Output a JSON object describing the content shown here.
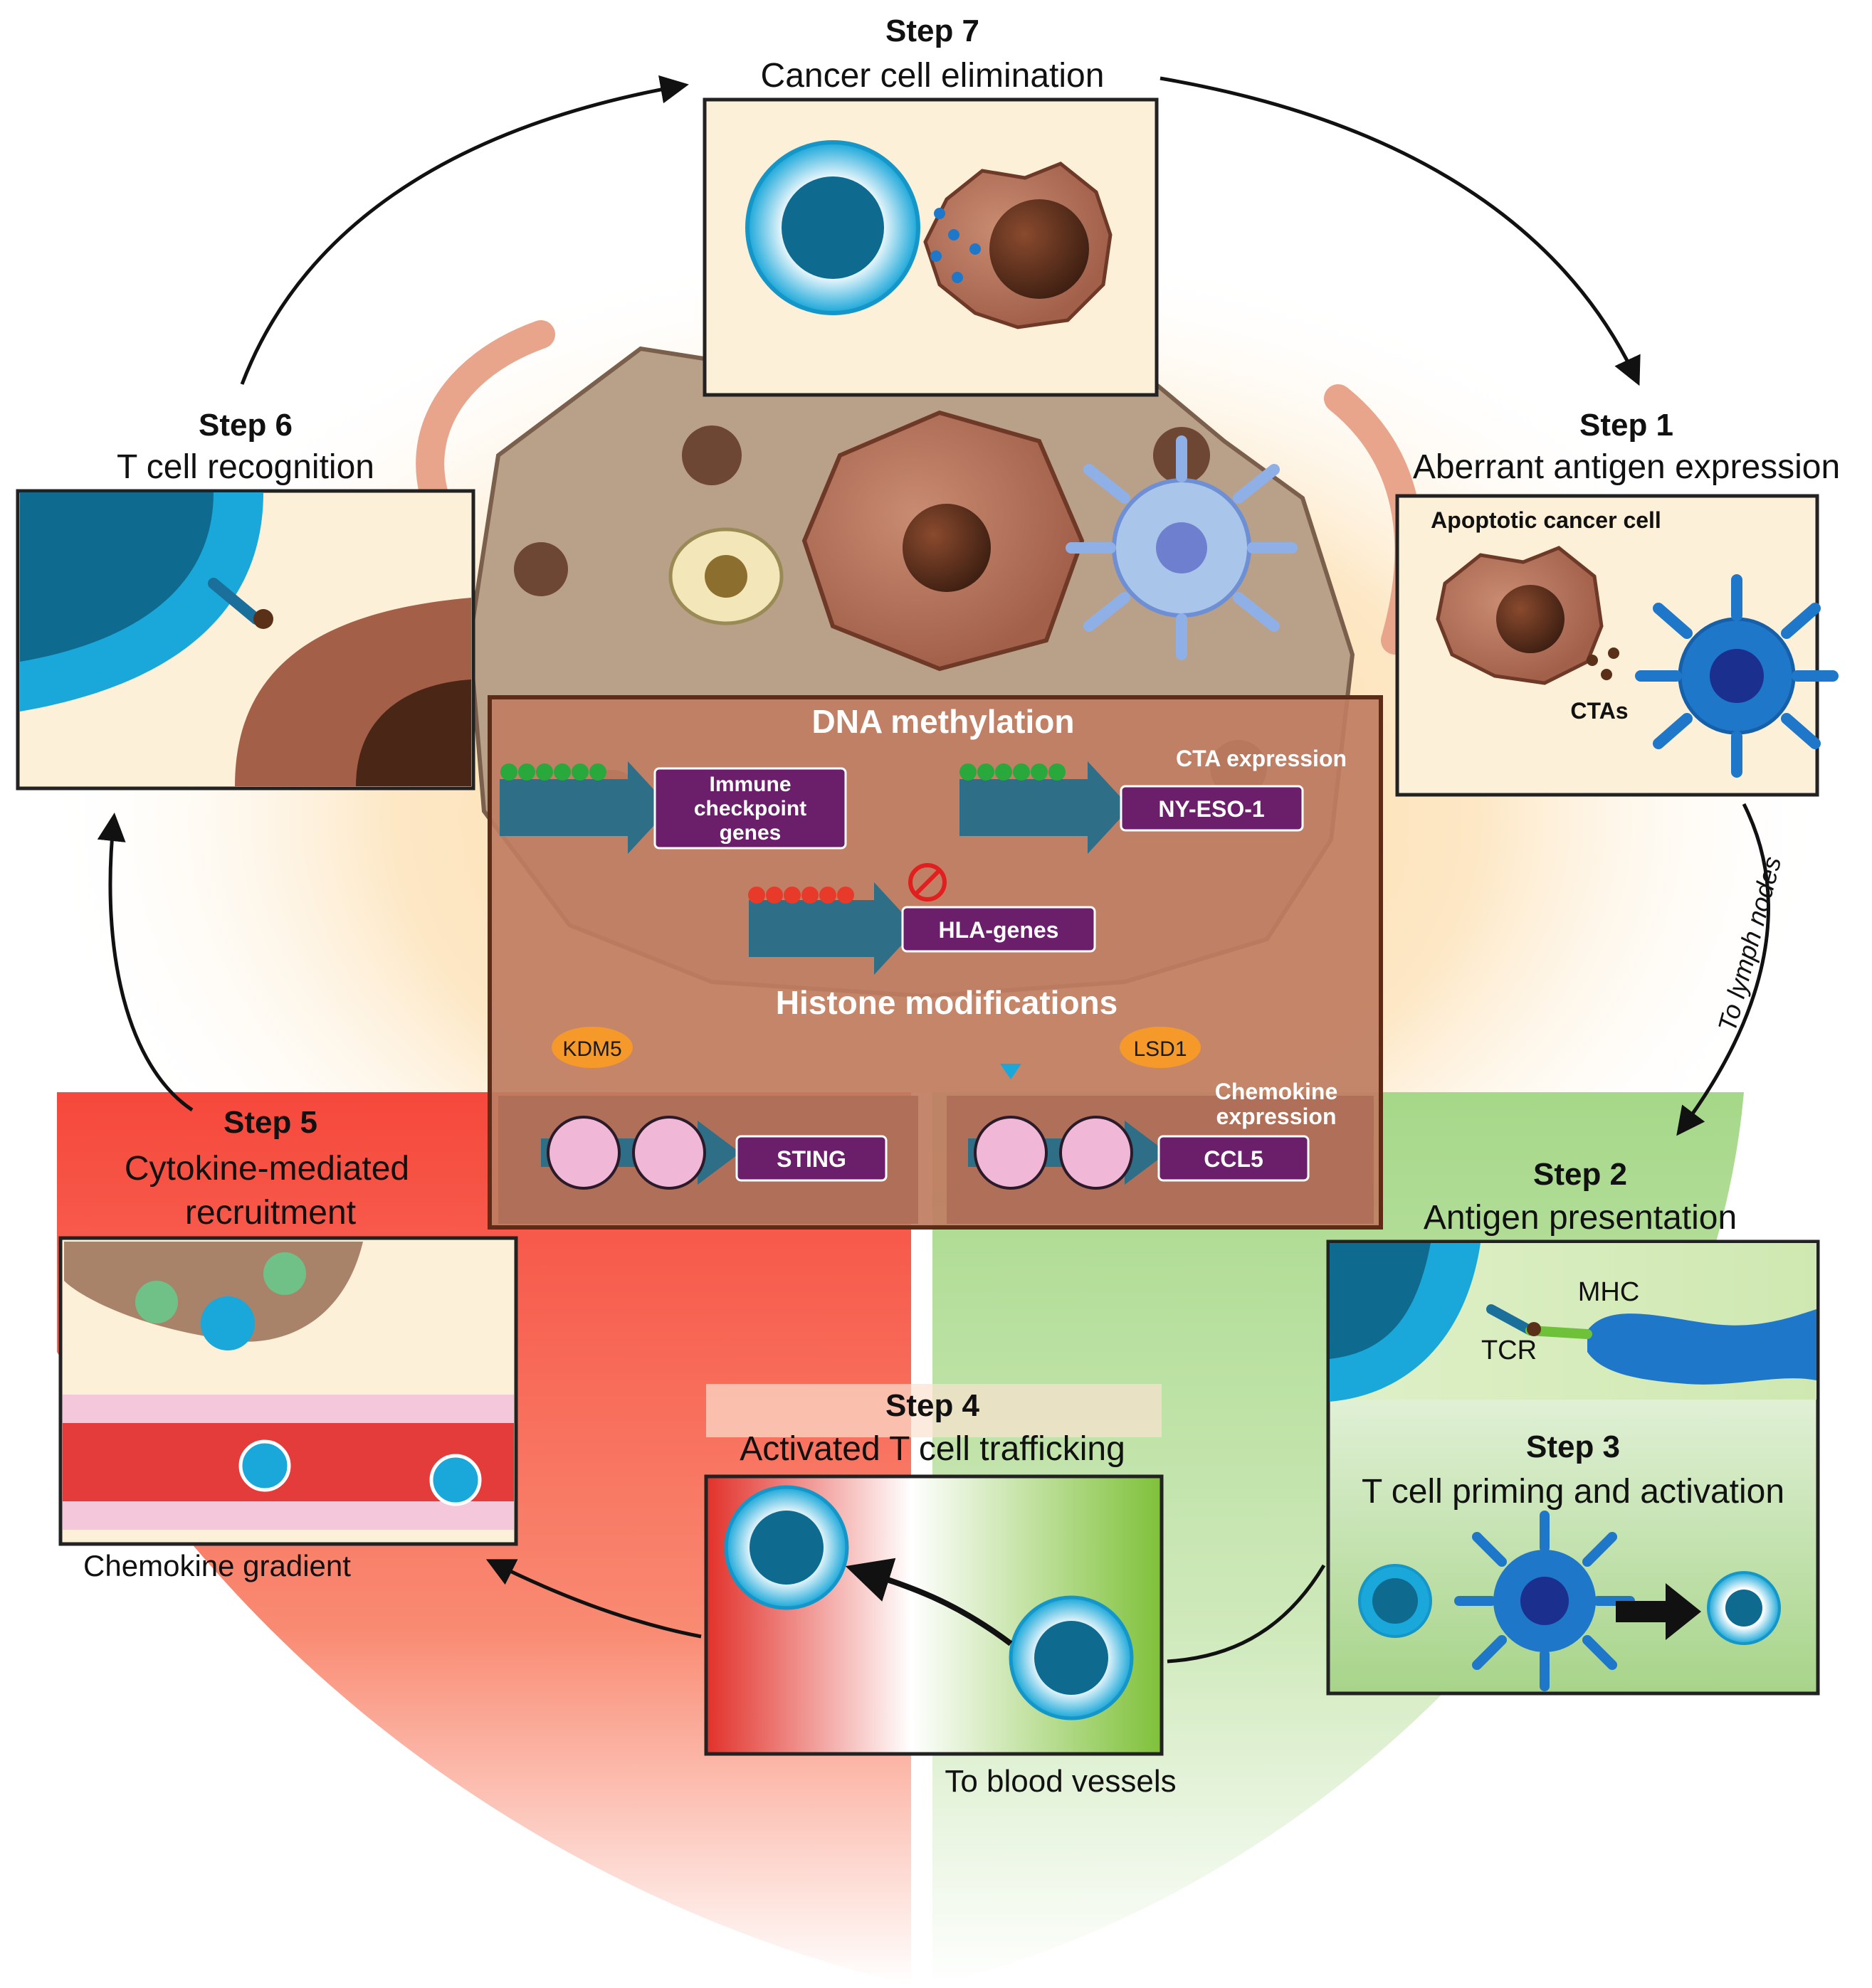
{
  "steps": {
    "s7": {
      "num": "Step 7",
      "title": "Cancer cell elimination"
    },
    "s1": {
      "num": "Step 1",
      "title": "Aberrant antigen expression",
      "panel_label": "Apoptotic cancer cell",
      "ctas": "CTAs"
    },
    "s2": {
      "num": "Step 2",
      "title": "Antigen presentation",
      "mhc": "MHC",
      "tcr": "TCR"
    },
    "s3": {
      "num": "Step 3",
      "title": "T cell priming and activation"
    },
    "s4": {
      "num": "Step 4",
      "title": "Activated T cell trafficking",
      "note": "To blood vessels"
    },
    "s5": {
      "num": "Step 5",
      "title_line1": "Cytokine-mediated",
      "title_line2": "recruitment",
      "note": "Chemokine gradient"
    },
    "s6": {
      "num": "Step 6",
      "title": "T cell recognition"
    }
  },
  "lymph_label": "To lymph nodes",
  "center": {
    "dna_title": "DNA methylation",
    "histone_title": "Histone modifications",
    "genes": {
      "immune_line1": "Immune",
      "immune_line2": "checkpoint",
      "immune_line3": "genes",
      "nyeso": "NY-ESO-1",
      "hla": "HLA-genes",
      "sting": "STING",
      "ccl5": "CCL5"
    },
    "cta_expression": "CTA expression",
    "chemokine_line1": "Chemokine",
    "chemokine_line2": "expression",
    "kdm5": "KDM5",
    "lsd1": "LSD1"
  },
  "colors": {
    "tcell_blue": "#1aa7d9",
    "tcell_core": "#0e6b8f",
    "dendritic_blue": "#1f77c9",
    "cancer_brown": "#b5705a",
    "gene_purple": "#6b1f6b",
    "methyl_green": "#29a83c",
    "methyl_red": "#e83a2a",
    "panel_fill": "#fdf0d8",
    "quadrant_red": "#f5574a",
    "quadrant_green": "#a8d58a",
    "center_box": "#bf7d62"
  }
}
